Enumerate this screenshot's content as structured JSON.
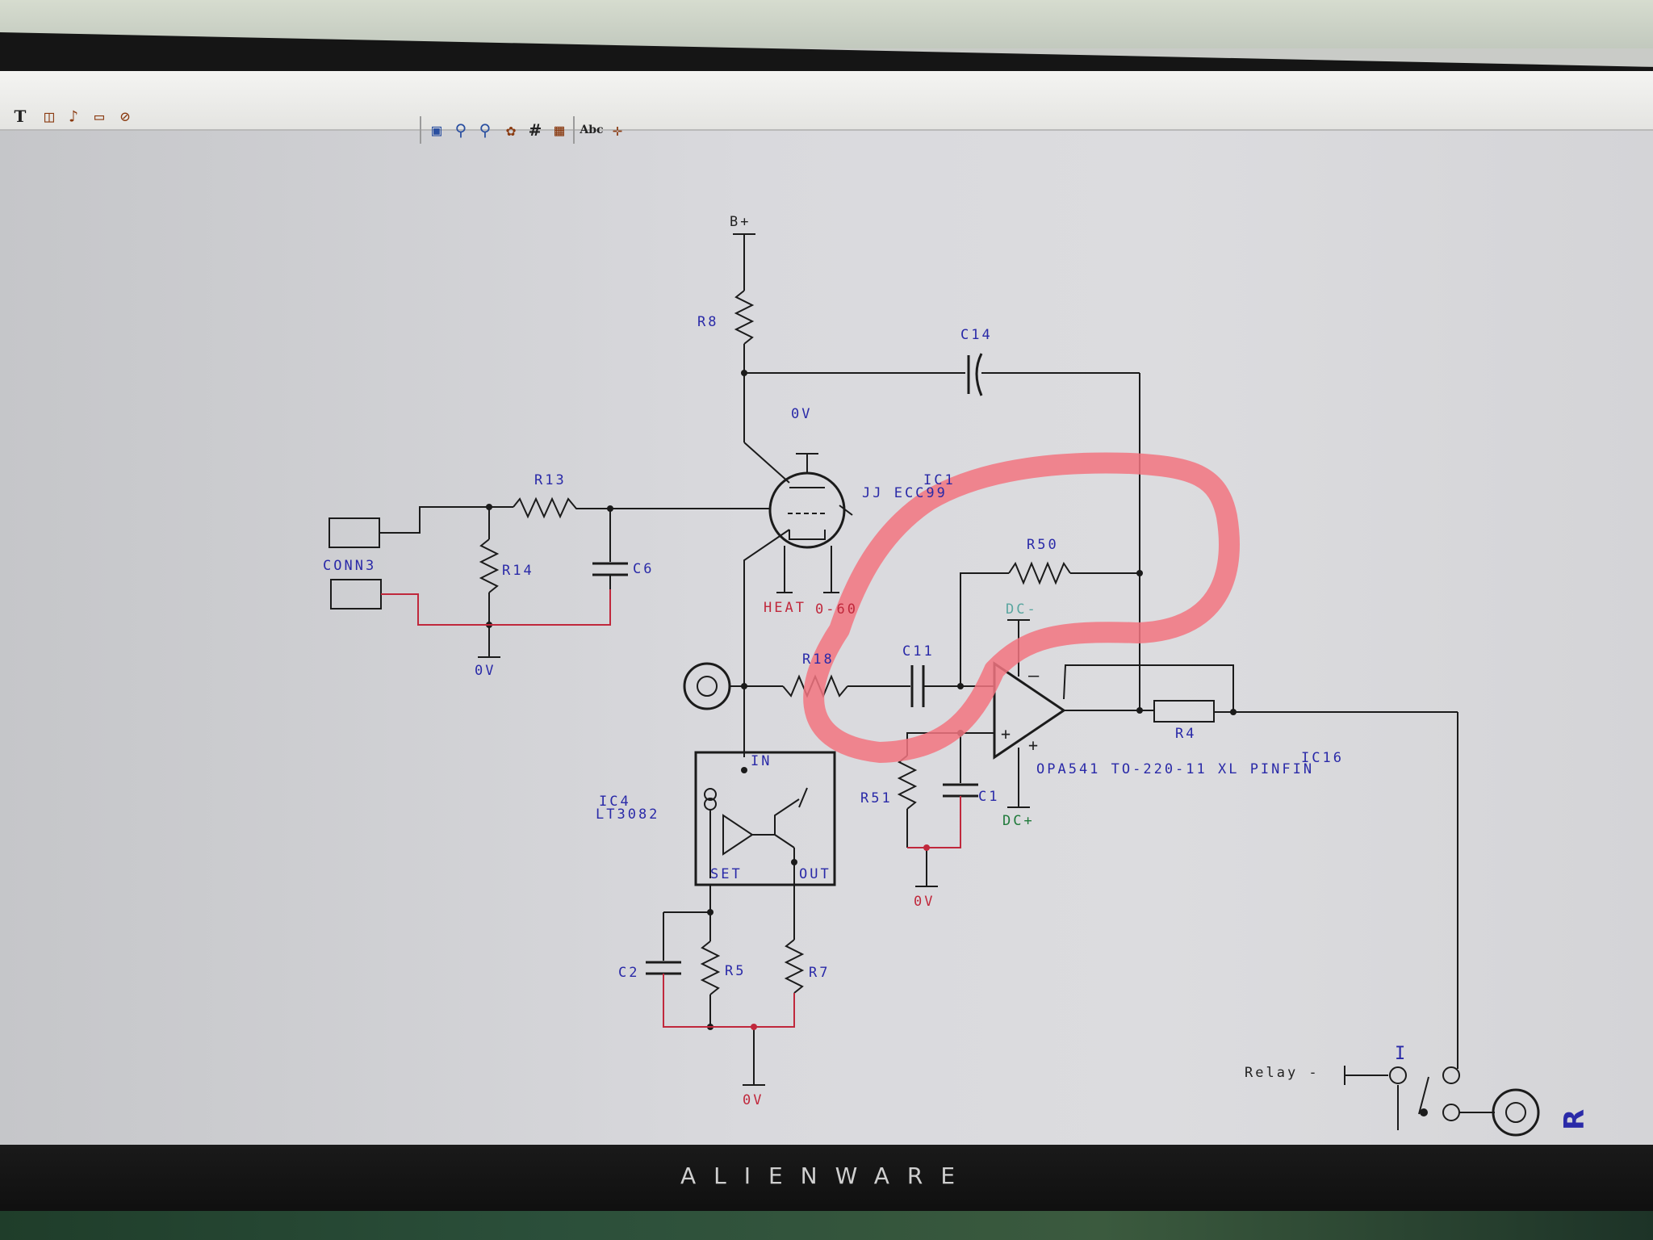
{
  "monitor": {
    "brand": "ALIENWARE"
  },
  "toolbar": {
    "text_tool_glyph": "T",
    "annotate_tool_glyph": "Abc"
  },
  "schematic": {
    "labels": {
      "bplus": "B+",
      "r8": "R8",
      "c14": "C14",
      "ov_top": "0V",
      "ic1": "IC1",
      "ecc99": "JJ ECC99",
      "r13": "R13",
      "conn3": "CONN3",
      "r14": "R14",
      "c6": "C6",
      "ov_left": "0V",
      "heat": "HEAT",
      "heat_val": "0-60",
      "r50": "R50",
      "dcminus": "DC-",
      "r18": "R18",
      "c11": "C11",
      "minus": "–",
      "plus": "+",
      "r4": "R4",
      "ic16": "IC16",
      "opa": "OPA541  TO-220-11  XL  PINFIN",
      "in": "IN",
      "ic4": "IC4",
      "lt3082": "LT3082",
      "set": "SET",
      "out": "OUT",
      "r51": "R51",
      "c1": "C1",
      "dcplus": "DC+",
      "ov_mid": "0V",
      "c2": "C2",
      "r5": "R5",
      "r7": "R7",
      "ov_bottom": "0V",
      "relay": "Relay  -",
      "relay_mark": "I",
      "channel": "R"
    }
  },
  "colors": {
    "wire": "#1b1b1b",
    "ground_wire": "#c0283c",
    "label": "#2a2aa8",
    "highlight": "#f27480"
  }
}
